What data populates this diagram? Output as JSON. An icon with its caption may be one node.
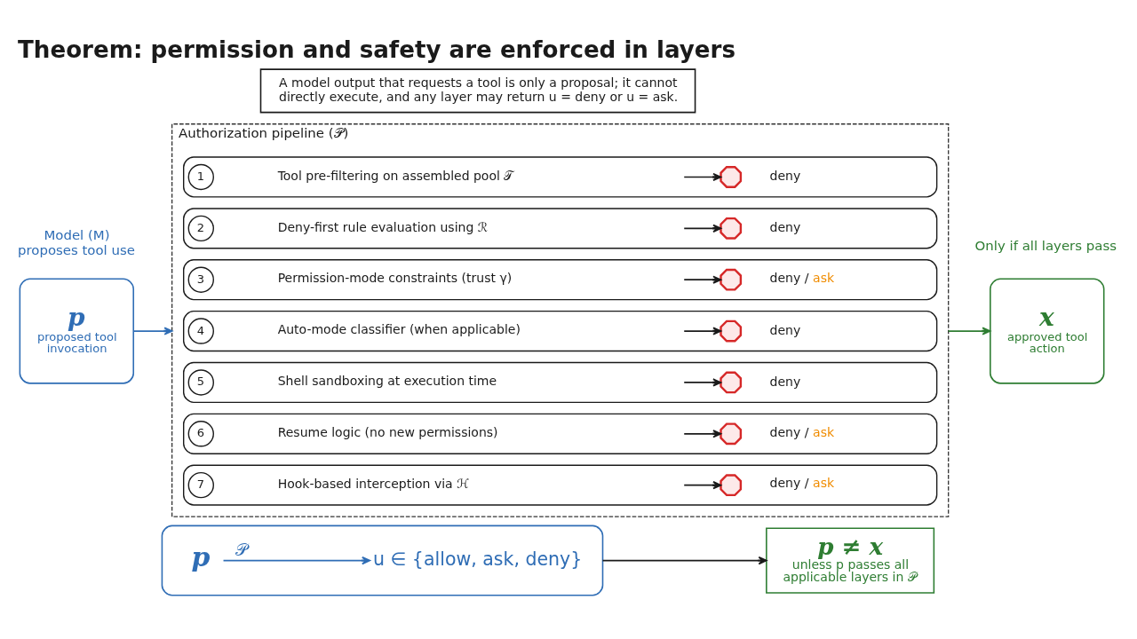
{
  "diagram": {
    "title": "Theorem: permission and safety are enforced in layers",
    "nodes": [
      {
        "text": [
          "A model output that requests a tool is only a proposal; it cannot directly execute, and any layer may return u = deny or u = ask."
        ]
      },
      {
        "text": [
          "p",
          "proposed tool invocation"
        ]
      },
      {
        "text": [
          "Authorization pipeline (𝒫)"
        ]
      },
      {
        "text": [],
        "shape": "box",
        "in": 2
      },
      {
        "text": [
          "1"
        ],
        "in": 3
      },
      {
        "text": [
          "Tool pre-filtering on assembled pool 𝒯"
        ],
        "in": 3
      },
      {
        "text": [],
        "shape": "octagon",
        "beside": [
          "deny"
        ],
        "in": 3
      },
      {
        "text": [],
        "shape": "box",
        "in": 2
      },
      {
        "text": [
          "2"
        ],
        "in": 7
      },
      {
        "text": [
          "Deny-first rule evaluation using ℛ"
        ],
        "in": 7
      },
      {
        "text": [],
        "shape": "octagon",
        "beside": [
          "deny"
        ],
        "in": 7
      },
      {
        "text": [],
        "shape": "box",
        "in": 2
      },
      {
        "text": [
          "3"
        ],
        "in": 11
      },
      {
        "text": [
          "Permission-mode constraints (trust γ)"
        ],
        "in": 11
      },
      {
        "text": [],
        "shape": "octagon",
        "beside": [
          "deny / ask"
        ],
        "in": 11
      },
      {
        "text": [],
        "shape": "box",
        "in": 2
      },
      {
        "text": [
          "4"
        ],
        "in": 15
      },
      {
        "text": [
          "Auto-mode classifier (when applicable)"
        ],
        "in": 15
      },
      {
        "text": [],
        "shape": "octagon",
        "beside": [
          "deny"
        ],
        "in": 15
      },
      {
        "text": [],
        "shape": "box",
        "in": 2
      },
      {
        "text": [
          "5"
        ],
        "in": 19
      },
      {
        "text": [
          "Shell sandboxing at execution time"
        ],
        "in": 19
      },
      {
        "text": [],
        "shape": "octagon",
        "beside": [
          "deny"
        ],
        "in": 19
      },
      {
        "text": [],
        "shape": "box",
        "in": 2
      },
      {
        "text": [
          "6"
        ],
        "in": 23
      },
      {
        "text": [
          "Resume logic (no new permissions)"
        ],
        "in": 23
      },
      {
        "text": [],
        "shape": "octagon",
        "beside": [
          "deny / ask"
        ],
        "in": 23
      },
      {
        "text": [],
        "shape": "box",
        "in": 2
      },
      {
        "text": [
          "7"
        ],
        "in": 27
      },
      {
        "text": [
          "Hook-based interception via ℋ"
        ],
        "in": 27
      },
      {
        "text": [],
        "shape": "octagon",
        "beside": [
          "deny / ask"
        ],
        "in": 27
      },
      {
        "text": [
          "x",
          "approved tool action"
        ]
      },
      {
        "text": [],
        "shape": "box"
      },
      {
        "text": [
          "p"
        ],
        "in": 32
      },
      {
        "text": [
          "u ∈ {allow, ask, deny}"
        ],
        "in": 32
      },
      {
        "text": [
          "p ≠ x",
          "unless p passes all applicable layers in 𝒫"
        ]
      }
    ],
    "edges": [
      {
        "from": 1,
        "to": 2,
        "arrow": "to",
        "color": "#2f6db5"
      },
      {
        "from": 5,
        "to": 6,
        "arrow": "to"
      },
      {
        "from": 9,
        "to": 10,
        "arrow": "to"
      },
      {
        "from": 13,
        "to": 14,
        "arrow": "to"
      },
      {
        "from": 17,
        "to": 18,
        "arrow": "to"
      },
      {
        "from": 21,
        "to": 22,
        "arrow": "to"
      },
      {
        "from": 25,
        "to": 26,
        "arrow": "to"
      },
      {
        "from": 29,
        "to": 30,
        "arrow": "to"
      },
      {
        "from": 2,
        "to": 31,
        "arrow": "to",
        "color": "#2e7d32"
      },
      {
        "from": 33,
        "to": 34,
        "arrow": "to",
        "label": "𝒫",
        "color": "#2f6db5"
      },
      {
        "from": 32,
        "to": 35,
        "arrow": "to"
      }
    ],
    "labels": [
      "Model (M) proposes tool use",
      "Only if all layers pass"
    ]
  }
}
